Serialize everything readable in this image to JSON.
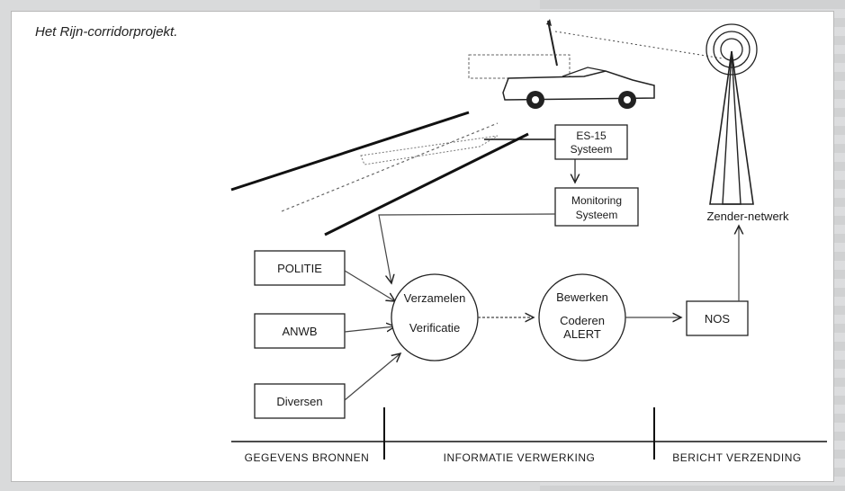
{
  "caption": "Het Rijn-corridorprojekt.",
  "nodes": {
    "es15": [
      "ES-15",
      "Systeem"
    ],
    "monitoring": [
      "Monitoring",
      "Systeem"
    ],
    "zender": "Zender-netwerk",
    "politie": "POLITIE",
    "anwb": "ANWB",
    "diversen": "Diversen",
    "verzamelen": [
      "Verzamelen",
      "Verificatie"
    ],
    "bewerken": [
      "Bewerken",
      "Coderen",
      "ALERT"
    ],
    "nos": "NOS"
  },
  "phases": [
    "GEGEVENS BRONNEN",
    "INFORMATIE VERWERKING",
    "BERICHT VERZENDING"
  ]
}
